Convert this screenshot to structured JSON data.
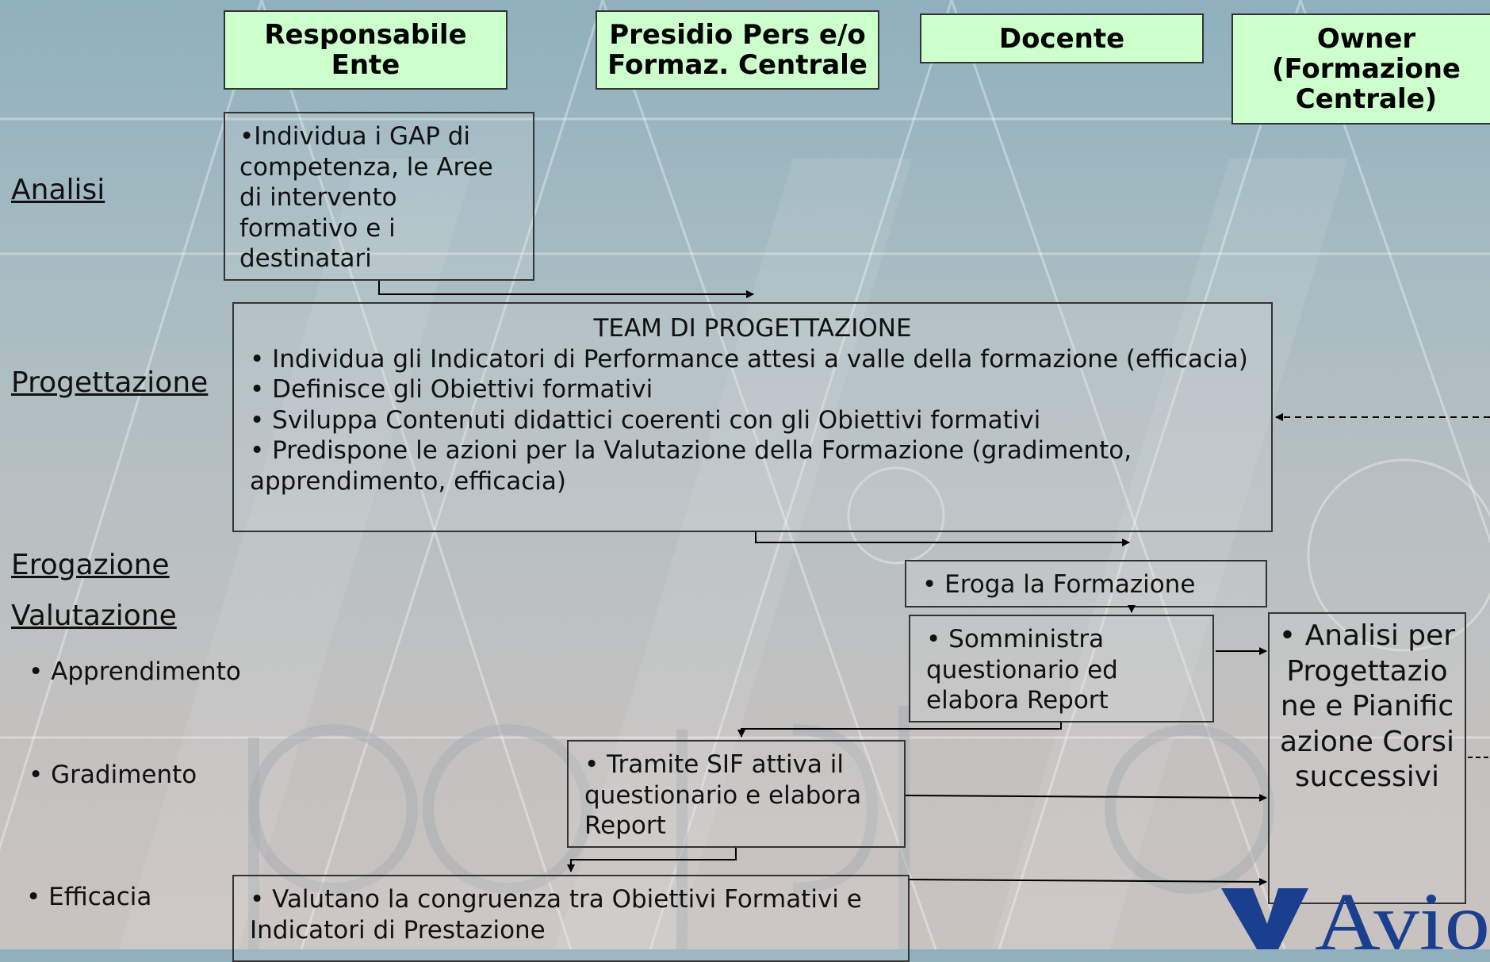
{
  "roles": {
    "responsabile": "Responsabile\nEnte",
    "presidio": "Presidio Pers e/o\nFormaz. Centrale",
    "docente": "Docente",
    "owner": "Owner\n(Formazione\nCentrale)"
  },
  "phases": {
    "analisi": "Analisi",
    "progettazione": "Progettazione",
    "erogazione": "Erogazione",
    "valutazione": "Valutazione"
  },
  "valutazione_sub": {
    "apprendimento": "• Apprendimento",
    "gradimento": "• Gradimento",
    "efficacia": "• Efficacia"
  },
  "boxes": {
    "analisi_text": "•Individua i GAP di competenza, le Aree di intervento formativo e i destinatari",
    "team_title": "TEAM DI PROGETTAZIONE",
    "team_items": [
      "• Individua gli Indicatori di Performance attesi a valle della formazione (efficacia)",
      "• Definisce gli Obiettivi  formativi",
      "• Sviluppa  Contenuti didattici coerenti con gli Obiettivi formativi",
      "• Predispone le azioni per la Valutazione della Formazione (gradimento, apprendimento, efficacia)"
    ],
    "eroga": "• Eroga la Formazione",
    "somministra": "• Somministra questionario ed elabora Report",
    "tramite": "• Tramite SIF attiva il questionario e elabora Report",
    "valutano": "• Valutano la congruenza tra Obiettivi Formativi e Indicatori di Prestazione",
    "analisi_progettazione": "• Analisi per Progettazione e Pianificazione Corsi successivi"
  },
  "logo": {
    "text": "Avio"
  },
  "colors": {
    "role_fill": "#ccffcc",
    "logo_blue": "#1b3f8f"
  }
}
